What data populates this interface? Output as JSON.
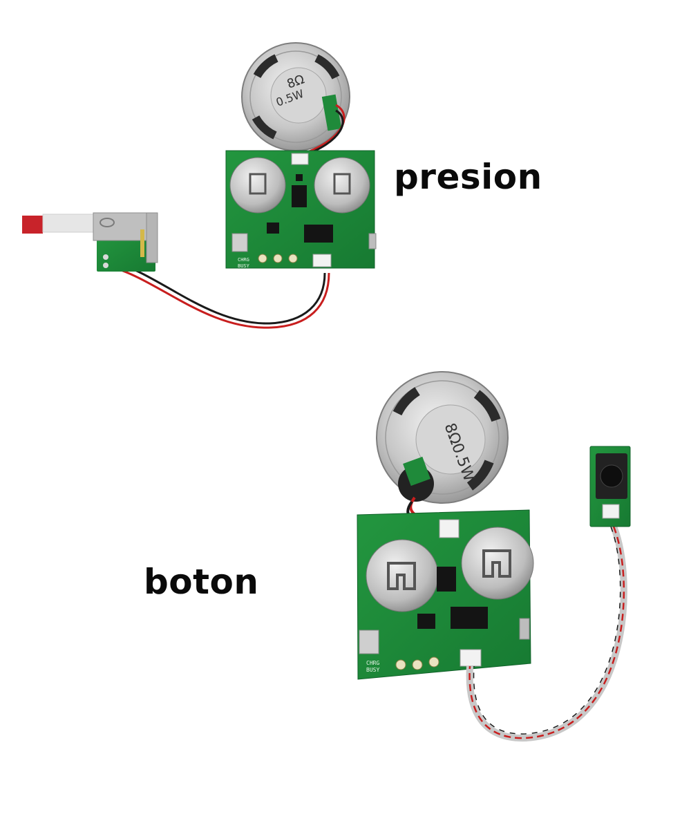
{
  "labels": {
    "top": "presion",
    "bottom": "boton"
  },
  "speaker_markings": {
    "top_line1": "8Ω",
    "top_line2": "0.5W",
    "bottom": "8Ω0.5W"
  },
  "board_silkscreen": {
    "charge": "CHRG",
    "busy": "BUSY"
  },
  "colors": {
    "pcb_green": "#1f8a3a",
    "pcb_dark": "#16702d",
    "metal": "#c9c9c9",
    "wire_red": "#c81e1e",
    "wire_black": "#1a1a1a",
    "text": "#0a0a0a"
  }
}
